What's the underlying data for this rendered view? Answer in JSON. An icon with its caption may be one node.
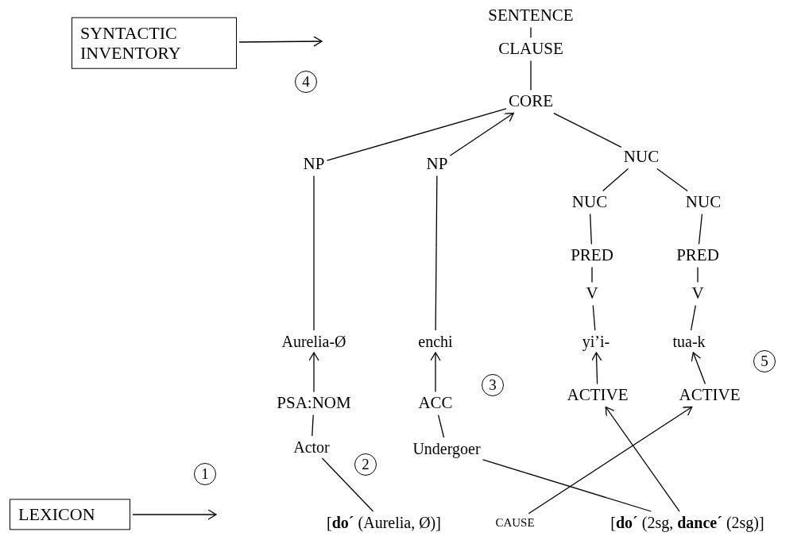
{
  "diagram": {
    "nodes": [
      {
        "text": [
          "SYNTACTIC INVENTORY"
        ]
      },
      {
        "text": [
          "SENTENCE"
        ]
      },
      {
        "text": [
          "CLAUSE"
        ]
      },
      {
        "text": [
          "CORE"
        ]
      },
      {
        "text": [
          "NP"
        ]
      },
      {
        "text": [
          "NP"
        ]
      },
      {
        "text": [
          "NUC"
        ]
      },
      {
        "text": [
          "NUC"
        ]
      },
      {
        "text": [
          "NUC"
        ]
      },
      {
        "text": [
          "PRED"
        ]
      },
      {
        "text": [
          "PRED"
        ]
      },
      {
        "text": [
          "V"
        ]
      },
      {
        "text": [
          "V"
        ]
      },
      {
        "text": [
          "Aurelia-Ø"
        ]
      },
      {
        "text": [
          "enchi"
        ]
      },
      {
        "text": [
          "yi’i-"
        ]
      },
      {
        "text": [
          "tua-k"
        ]
      },
      {
        "text": [
          "PSA:NOM"
        ]
      },
      {
        "text": [
          "ACC"
        ]
      },
      {
        "text": [
          "ACTIVE"
        ]
      },
      {
        "text": [
          "ACTIVE"
        ]
      },
      {
        "text": [
          "Actor"
        ]
      },
      {
        "text": [
          "Undergoer"
        ]
      },
      {
        "text": [
          "LEXICON"
        ]
      },
      {
        "text": [
          "[**do´** (Aurelia, Ø)]"
        ]
      },
      {
        "text": [
          "CAUSE"
        ]
      },
      {
        "text": [
          "[**do´** (2sg, **dance´** (2sg)]"
        ]
      }
    ],
    "edges": [
      {
        "from": 0,
        "to": null,
        "arrow": "to"
      },
      {
        "from": 2,
        "to": 1,
        "arrow": "none"
      },
      {
        "from": 3,
        "to": 2,
        "arrow": "none"
      },
      {
        "from": 4,
        "to": 3,
        "arrow": "none"
      },
      {
        "from": 5,
        "to": 3,
        "arrow": "to"
      },
      {
        "from": 6,
        "to": 3,
        "arrow": "none"
      },
      {
        "from": 7,
        "to": 6,
        "arrow": "none"
      },
      {
        "from": 8,
        "to": 6,
        "arrow": "none"
      },
      {
        "from": 9,
        "to": 7,
        "arrow": "none"
      },
      {
        "from": 10,
        "to": 8,
        "arrow": "none"
      },
      {
        "from": 11,
        "to": 9,
        "arrow": "none"
      },
      {
        "from": 12,
        "to": 10,
        "arrow": "none"
      },
      {
        "from": 13,
        "to": 4,
        "arrow": "none"
      },
      {
        "from": 14,
        "to": 5,
        "arrow": "none"
      },
      {
        "from": 15,
        "to": 11,
        "arrow": "none"
      },
      {
        "from": 16,
        "to": 12,
        "arrow": "none"
      },
      {
        "from": 17,
        "to": 13,
        "arrow": "to"
      },
      {
        "from": 18,
        "to": 14,
        "arrow": "to"
      },
      {
        "from": 19,
        "to": 15,
        "arrow": "to"
      },
      {
        "from": 20,
        "to": 16,
        "arrow": "to"
      },
      {
        "from": 21,
        "to": 17,
        "arrow": "none"
      },
      {
        "from": 22,
        "to": 18,
        "arrow": "none"
      },
      {
        "from": 24,
        "to": 21,
        "arrow": "none"
      },
      {
        "from": 22,
        "to": 26,
        "arrow": "none"
      },
      {
        "from": 25,
        "to": 20,
        "arrow": "to"
      },
      {
        "from": 26,
        "to": 19,
        "arrow": "to"
      },
      {
        "from": 23,
        "to": null,
        "arrow": "to"
      }
    ],
    "labels": [
      "4",
      "5",
      "3",
      "2",
      "1"
    ]
  }
}
